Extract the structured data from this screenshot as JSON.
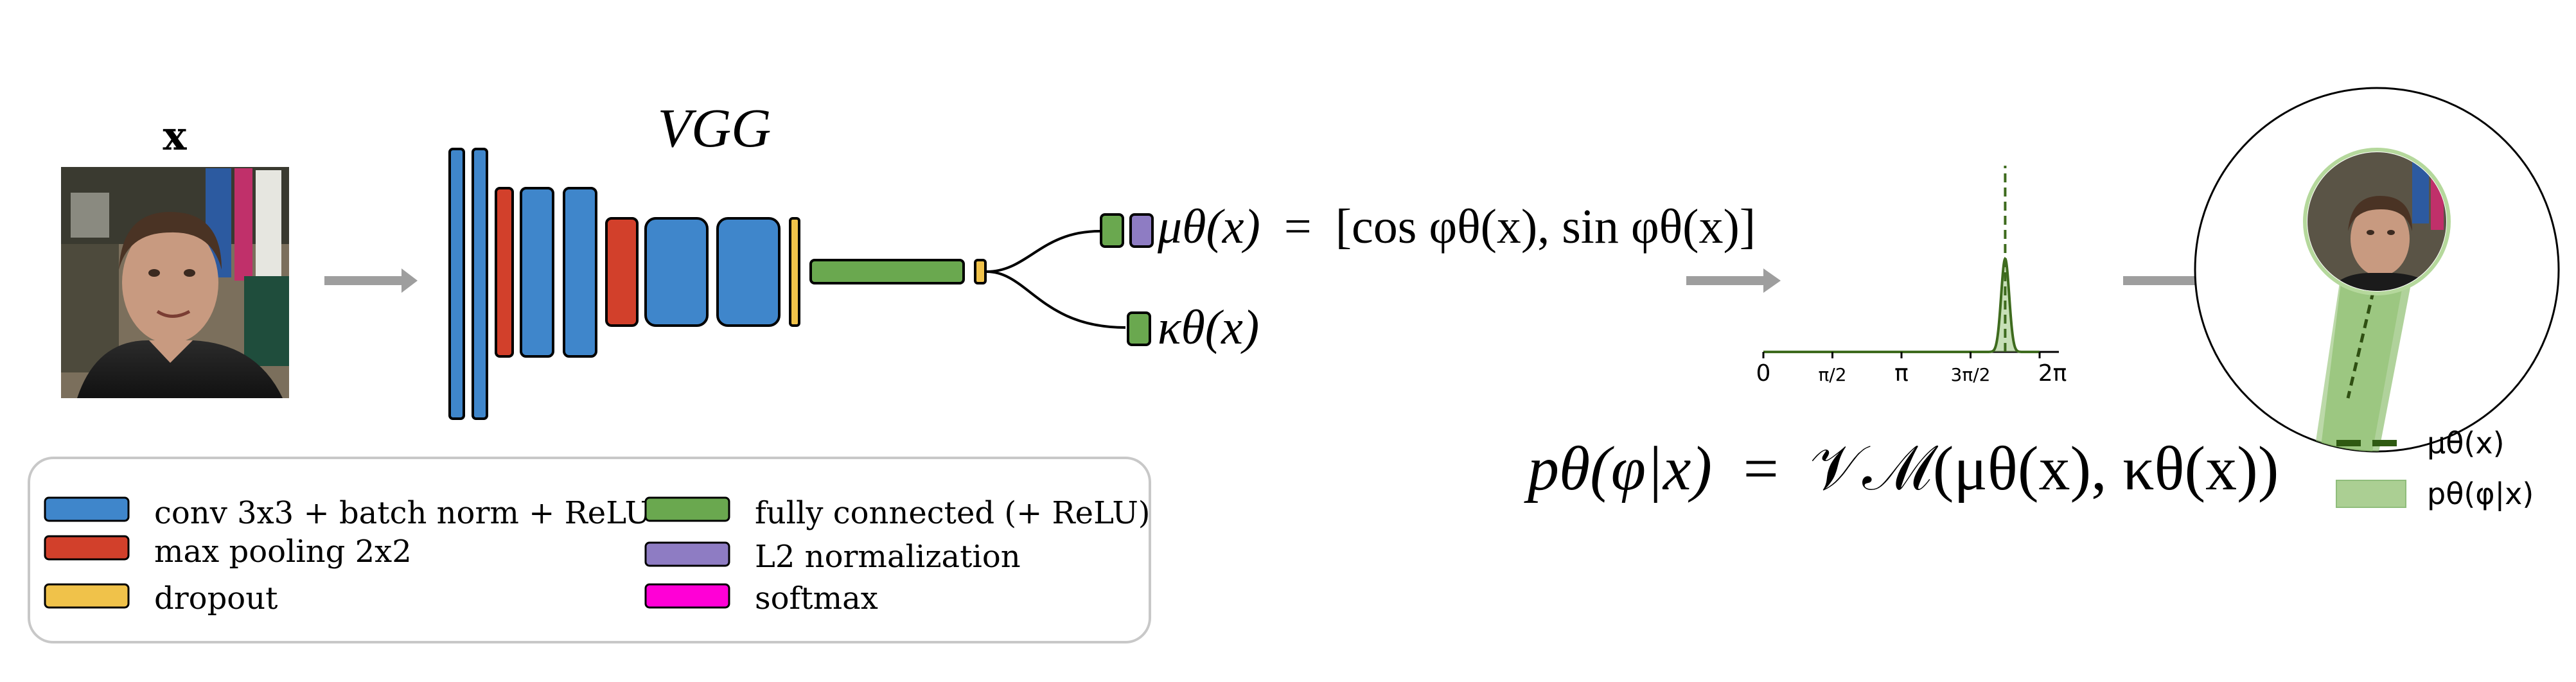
{
  "colors": {
    "conv": "#3f86cb",
    "maxpool": "#d2402b",
    "dropout": "#f0c24a",
    "fc": "#6aa84f",
    "l2norm": "#8e7cc3",
    "softmax": "#ff00d6",
    "arrow": "#9e9e9e",
    "curve": "#3e6b1e",
    "curve_fill": "#8fbf70",
    "axis": "#000000",
    "legend_border": "#c8c8c8"
  },
  "input": {
    "label": "x",
    "image_icon": "face-photo"
  },
  "network": {
    "title": "VGG"
  },
  "outputs": {
    "mu_eq": {
      "lhs": "μθ(x)",
      "eq": "=",
      "rhs": "[cos φθ(x), sin φθ(x)]"
    },
    "kappa": "κθ(x)"
  },
  "chart_data": {
    "type": "line",
    "x_ticks": [
      "0",
      "π/2",
      "π",
      "3π/2",
      "2π"
    ],
    "xlim": [
      0,
      6.2832
    ],
    "series": [
      {
        "values_note": "",
        "mean": 5.5,
        "concentration": 120
      }
    ]
  },
  "distribution_eq": {
    "lhs": "pθ(φ|x)",
    "eq": "=",
    "rhs": "𝒱ℳ(μθ(x), κθ(x))"
  },
  "result_icon": "face-with-direction-cone",
  "right_legend": [
    {
      "label": "μθ(x)",
      "kind": "dashed-line"
    },
    {
      "label": "pθ(φ|x)",
      "kind": "filled-box"
    }
  ],
  "legend": {
    "items": [
      {
        "label": "conv 3x3 + batch norm + ReLU",
        "color_key": "conv"
      },
      {
        "label": "max pooling 2x2",
        "color_key": "maxpool"
      },
      {
        "label": "dropout",
        "color_key": "dropout"
      },
      {
        "label": "fully connected (+ ReLU)",
        "color_key": "fc"
      },
      {
        "label": "L2 normalization",
        "color_key": "l2norm"
      },
      {
        "label": "softmax",
        "color_key": "softmax"
      }
    ]
  }
}
